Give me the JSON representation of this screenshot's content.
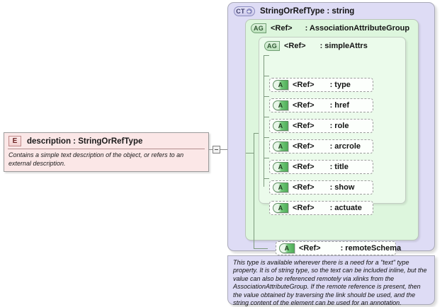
{
  "element": {
    "badge": "E",
    "title": "description : StringOrRefType",
    "documentation": "Contains a simple text description of the object, or refers to an external description."
  },
  "connector": {
    "toggle": "minus"
  },
  "complex_type": {
    "badge": "CT",
    "expander": "plus",
    "title": "StringOrRefType : string"
  },
  "attribute_group_outer": {
    "badge": "AG",
    "ref": "<Ref>",
    "name": ": AssociationAttributeGroup"
  },
  "attribute_group_inner": {
    "badge": "AG",
    "ref": "<Ref>",
    "name": ": simpleAttrs"
  },
  "attributes": [
    {
      "badge": "A",
      "ref": "<Ref>",
      "name": ": type"
    },
    {
      "badge": "A",
      "ref": "<Ref>",
      "name": ": href"
    },
    {
      "badge": "A",
      "ref": "<Ref>",
      "name": ": role"
    },
    {
      "badge": "A",
      "ref": "<Ref>",
      "name": ": arcrole"
    },
    {
      "badge": "A",
      "ref": "<Ref>",
      "name": ": title"
    },
    {
      "badge": "A",
      "ref": "<Ref>",
      "name": ": show"
    },
    {
      "badge": "A",
      "ref": "<Ref>",
      "name": ": actuate"
    }
  ],
  "remote_schema": {
    "badge": "A",
    "ref": "<Ref>",
    "name": ": remoteSchema"
  },
  "annotation": {
    "text": "This type is available wherever there is a need for a \"text\" type property. It is of string type, so the text can be included inline, but the value can also be referenced remotely via xlinks from the AssociationAttributeGroup. If the remote reference is present, then the value obtained by traversing the link should be used, and the string content of the element can be used for an annotation."
  },
  "colors": {
    "complex_type_fill": "#dedcf5",
    "attribute_group_outer_fill": "#ddf6dd",
    "attribute_group_inner_fill": "#ebfbeb",
    "element_fill": "#fbe7e7",
    "attribute_row_fill": "#fcfffc",
    "connector_line": "#7d9a7d"
  }
}
